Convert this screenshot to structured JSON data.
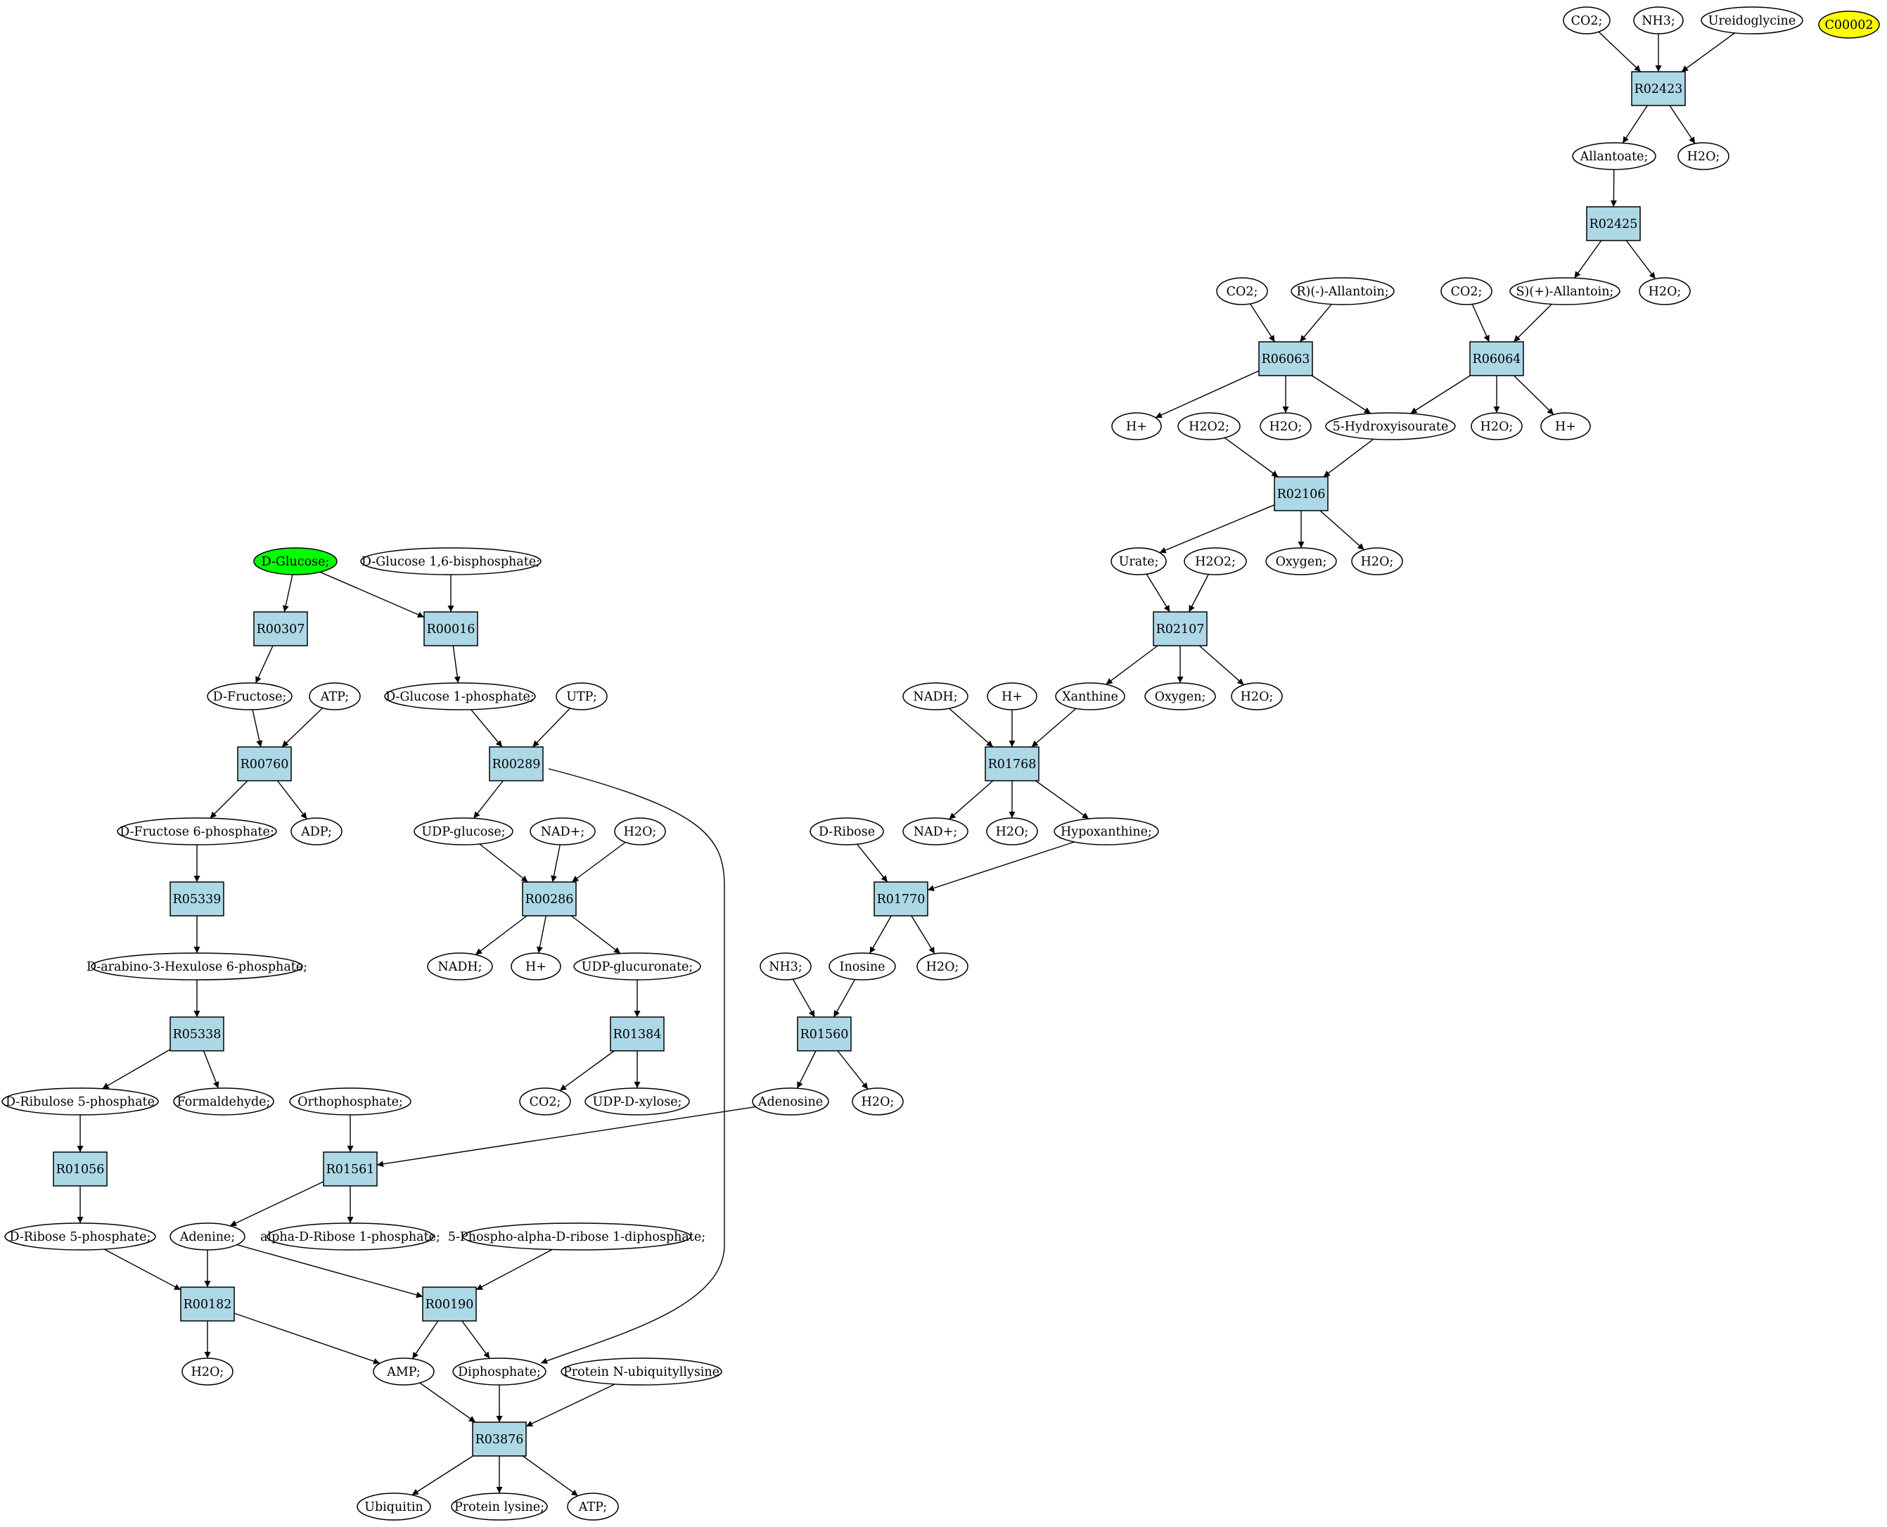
{
  "colors": {
    "compound_fill": "#ffffff",
    "reaction_fill": "#add8e6",
    "start_fill": "#00ff00",
    "target_fill": "#ffff00",
    "stroke": "#000000"
  },
  "nodes": [
    {
      "id": "co2_a",
      "kind": "compound",
      "label": "CO2;"
    },
    {
      "id": "nh3_a",
      "kind": "compound",
      "label": "NH3;"
    },
    {
      "id": "ureido",
      "kind": "compound",
      "label": "Ureidoglycine"
    },
    {
      "id": "c00002",
      "kind": "target",
      "label": "C00002"
    },
    {
      "id": "R02423",
      "kind": "reaction",
      "label": "R02423"
    },
    {
      "id": "allantoate",
      "kind": "compound",
      "label": "Allantoate;"
    },
    {
      "id": "h2o_a",
      "kind": "compound",
      "label": "H2O;"
    },
    {
      "id": "R02425",
      "kind": "reaction",
      "label": "R02425"
    },
    {
      "id": "co2_b",
      "kind": "compound",
      "label": "CO2;"
    },
    {
      "id": "rallantoin",
      "kind": "compound",
      "label": "R)(-)-Allantoin;"
    },
    {
      "id": "co2_c",
      "kind": "compound",
      "label": "CO2;"
    },
    {
      "id": "sallantoin",
      "kind": "compound",
      "label": "S)(+)-Allantoin;"
    },
    {
      "id": "h2o_b",
      "kind": "compound",
      "label": "H2O;"
    },
    {
      "id": "R06063",
      "kind": "reaction",
      "label": "R06063"
    },
    {
      "id": "R06064",
      "kind": "reaction",
      "label": "R06064"
    },
    {
      "id": "hplus_a",
      "kind": "compound",
      "label": "H+"
    },
    {
      "id": "h2o2_a",
      "kind": "compound",
      "label": "H2O2;"
    },
    {
      "id": "h2o_c",
      "kind": "compound",
      "label": "H2O;"
    },
    {
      "id": "hydroxyisourate",
      "kind": "compound",
      "label": "5-Hydroxyisourate"
    },
    {
      "id": "h2o_d",
      "kind": "compound",
      "label": "H2O;"
    },
    {
      "id": "hplus_b",
      "kind": "compound",
      "label": "H+"
    },
    {
      "id": "R02106",
      "kind": "reaction",
      "label": "R02106"
    },
    {
      "id": "urate",
      "kind": "compound",
      "label": "Urate;"
    },
    {
      "id": "h2o2_b",
      "kind": "compound",
      "label": "H2O2;"
    },
    {
      "id": "oxygen_a",
      "kind": "compound",
      "label": "Oxygen;"
    },
    {
      "id": "h2o_e",
      "kind": "compound",
      "label": "H2O;"
    },
    {
      "id": "R02107",
      "kind": "reaction",
      "label": "R02107"
    },
    {
      "id": "nadh_a",
      "kind": "compound",
      "label": "NADH;"
    },
    {
      "id": "hplus_c",
      "kind": "compound",
      "label": "H+"
    },
    {
      "id": "xanthine",
      "kind": "compound",
      "label": "Xanthine"
    },
    {
      "id": "oxygen_b",
      "kind": "compound",
      "label": "Oxygen;"
    },
    {
      "id": "h2o_f",
      "kind": "compound",
      "label": "H2O;"
    },
    {
      "id": "R01768",
      "kind": "reaction",
      "label": "R01768"
    },
    {
      "id": "dribose",
      "kind": "compound",
      "label": "D-Ribose"
    },
    {
      "id": "nadplus_a",
      "kind": "compound",
      "label": "NAD+;"
    },
    {
      "id": "h2o_g",
      "kind": "compound",
      "label": "H2O;"
    },
    {
      "id": "hypoxanthine",
      "kind": "compound",
      "label": "Hypoxanthine;"
    },
    {
      "id": "R01770",
      "kind": "reaction",
      "label": "R01770"
    },
    {
      "id": "nh3_b",
      "kind": "compound",
      "label": "NH3;"
    },
    {
      "id": "inosine",
      "kind": "compound",
      "label": "Inosine"
    },
    {
      "id": "h2o_h",
      "kind": "compound",
      "label": "H2O;"
    },
    {
      "id": "R01560",
      "kind": "reaction",
      "label": "R01560"
    },
    {
      "id": "adenosine",
      "kind": "compound",
      "label": "Adenosine"
    },
    {
      "id": "h2o_i",
      "kind": "compound",
      "label": "H2O;"
    },
    {
      "id": "dglucose",
      "kind": "start",
      "label": "D-Glucose;"
    },
    {
      "id": "dglucose16",
      "kind": "compound",
      "label": "D-Glucose 1,6-bisphosphate;"
    },
    {
      "id": "R00307",
      "kind": "reaction",
      "label": "R00307"
    },
    {
      "id": "R00016",
      "kind": "reaction",
      "label": "R00016"
    },
    {
      "id": "dfructose",
      "kind": "compound",
      "label": "D-Fructose;"
    },
    {
      "id": "atp_a",
      "kind": "compound",
      "label": "ATP;"
    },
    {
      "id": "dglucose1p",
      "kind": "compound",
      "label": "D-Glucose 1-phosphate;"
    },
    {
      "id": "utp",
      "kind": "compound",
      "label": "UTP;"
    },
    {
      "id": "R00760",
      "kind": "reaction",
      "label": "R00760"
    },
    {
      "id": "R00289",
      "kind": "reaction",
      "label": "R00289"
    },
    {
      "id": "dfructose6p",
      "kind": "compound",
      "label": "D-Fructose 6-phosphate;"
    },
    {
      "id": "adp",
      "kind": "compound",
      "label": "ADP;"
    },
    {
      "id": "udpglucose",
      "kind": "compound",
      "label": "UDP-glucose;"
    },
    {
      "id": "nadplus_b",
      "kind": "compound",
      "label": "NAD+;"
    },
    {
      "id": "h2o_j",
      "kind": "compound",
      "label": "H2O;"
    },
    {
      "id": "R05339",
      "kind": "reaction",
      "label": "R05339"
    },
    {
      "id": "R00286",
      "kind": "reaction",
      "label": "R00286"
    },
    {
      "id": "darabino",
      "kind": "compound",
      "label": "D-arabino-3-Hexulose 6-phosphate;"
    },
    {
      "id": "nadh_b",
      "kind": "compound",
      "label": "NADH;"
    },
    {
      "id": "hplus_d",
      "kind": "compound",
      "label": "H+"
    },
    {
      "id": "udpglucuronate",
      "kind": "compound",
      "label": "UDP-glucuronate;"
    },
    {
      "id": "R05338",
      "kind": "reaction",
      "label": "R05338"
    },
    {
      "id": "R01384",
      "kind": "reaction",
      "label": "R01384"
    },
    {
      "id": "dribulose5p",
      "kind": "compound",
      "label": "D-Ribulose 5-phosphate"
    },
    {
      "id": "formaldehyde",
      "kind": "compound",
      "label": "Formaldehyde;"
    },
    {
      "id": "orthophosphate",
      "kind": "compound",
      "label": "Orthophosphate;"
    },
    {
      "id": "co2_d",
      "kind": "compound",
      "label": "CO2;"
    },
    {
      "id": "udpxylose",
      "kind": "compound",
      "label": "UDP-D-xylose;"
    },
    {
      "id": "R01056",
      "kind": "reaction",
      "label": "R01056"
    },
    {
      "id": "R01561",
      "kind": "reaction",
      "label": "R01561"
    },
    {
      "id": "dribose5p",
      "kind": "compound",
      "label": "D-Ribose 5-phosphate;"
    },
    {
      "id": "adenine",
      "kind": "compound",
      "label": "Adenine;"
    },
    {
      "id": "alphadribose1p",
      "kind": "compound",
      "label": "alpha-D-Ribose 1-phosphate;"
    },
    {
      "id": "prpp",
      "kind": "compound",
      "label": "5-Phospho-alpha-D-ribose 1-diphosphate;"
    },
    {
      "id": "R00182",
      "kind": "reaction",
      "label": "R00182"
    },
    {
      "id": "R00190",
      "kind": "reaction",
      "label": "R00190"
    },
    {
      "id": "h2o_k",
      "kind": "compound",
      "label": "H2O;"
    },
    {
      "id": "amp",
      "kind": "compound",
      "label": "AMP;"
    },
    {
      "id": "diphosphate",
      "kind": "compound",
      "label": "Diphosphate;"
    },
    {
      "id": "proteinub",
      "kind": "compound",
      "label": "Protein N-ubiquityllysine"
    },
    {
      "id": "R03876",
      "kind": "reaction",
      "label": "R03876"
    },
    {
      "id": "ubiquitin",
      "kind": "compound",
      "label": "Ubiquitin"
    },
    {
      "id": "proteinlys",
      "kind": "compound",
      "label": "Protein lysine;"
    },
    {
      "id": "atp_b",
      "kind": "compound",
      "label": "ATP;"
    }
  ],
  "edges": [
    [
      "co2_a",
      "R02423"
    ],
    [
      "nh3_a",
      "R02423"
    ],
    [
      "ureido",
      "R02423"
    ],
    [
      "R02423",
      "allantoate"
    ],
    [
      "R02423",
      "h2o_a"
    ],
    [
      "allantoate",
      "R02425"
    ],
    [
      "R02425",
      "sallantoin"
    ],
    [
      "R02425",
      "h2o_b"
    ],
    [
      "co2_b",
      "R06063"
    ],
    [
      "rallantoin",
      "R06063"
    ],
    [
      "co2_c",
      "R06064"
    ],
    [
      "sallantoin",
      "R06064"
    ],
    [
      "R06063",
      "hplus_a"
    ],
    [
      "R06063",
      "h2o_c"
    ],
    [
      "R06063",
      "hydroxyisourate"
    ],
    [
      "R06064",
      "hydroxyisourate"
    ],
    [
      "R06064",
      "h2o_d"
    ],
    [
      "R06064",
      "hplus_b"
    ],
    [
      "h2o2_a",
      "R02106"
    ],
    [
      "hydroxyisourate",
      "R02106"
    ],
    [
      "R02106",
      "urate"
    ],
    [
      "R02106",
      "oxygen_a"
    ],
    [
      "R02106",
      "h2o_e"
    ],
    [
      "urate",
      "R02107"
    ],
    [
      "h2o2_b",
      "R02107"
    ],
    [
      "R02107",
      "xanthine"
    ],
    [
      "R02107",
      "oxygen_b"
    ],
    [
      "R02107",
      "h2o_f"
    ],
    [
      "nadh_a",
      "R01768"
    ],
    [
      "hplus_c",
      "R01768"
    ],
    [
      "xanthine",
      "R01768"
    ],
    [
      "R01768",
      "nadplus_a"
    ],
    [
      "R01768",
      "h2o_g"
    ],
    [
      "R01768",
      "hypoxanthine"
    ],
    [
      "dribose",
      "R01770"
    ],
    [
      "hypoxanthine",
      "R01770"
    ],
    [
      "R01770",
      "inosine"
    ],
    [
      "R01770",
      "h2o_h"
    ],
    [
      "nh3_b",
      "R01560"
    ],
    [
      "inosine",
      "R01560"
    ],
    [
      "R01560",
      "adenosine"
    ],
    [
      "R01560",
      "h2o_i"
    ],
    [
      "adenosine",
      "R01561"
    ],
    [
      "orthophosphate",
      "R01561"
    ],
    [
      "R01561",
      "adenine"
    ],
    [
      "R01561",
      "alphadribose1p"
    ],
    [
      "dglucose",
      "R00307"
    ],
    [
      "dglucose",
      "R00016"
    ],
    [
      "dglucose16",
      "R00016"
    ],
    [
      "R00307",
      "dfructose"
    ],
    [
      "R00016",
      "dglucose1p"
    ],
    [
      "dfructose",
      "R00760"
    ],
    [
      "atp_a",
      "R00760"
    ],
    [
      "R00760",
      "dfructose6p"
    ],
    [
      "R00760",
      "adp"
    ],
    [
      "dglucose1p",
      "R00289"
    ],
    [
      "utp",
      "R00289"
    ],
    [
      "R00289",
      "udpglucose"
    ],
    [
      "R00289",
      "diphosphate"
    ],
    [
      "udpglucose",
      "R00286"
    ],
    [
      "nadplus_b",
      "R00286"
    ],
    [
      "h2o_j",
      "R00286"
    ],
    [
      "R00286",
      "nadh_b"
    ],
    [
      "R00286",
      "hplus_d"
    ],
    [
      "R00286",
      "udpglucuronate"
    ],
    [
      "udpglucuronate",
      "R01384"
    ],
    [
      "R01384",
      "co2_d"
    ],
    [
      "R01384",
      "udpxylose"
    ],
    [
      "dfructose6p",
      "R05339"
    ],
    [
      "R05339",
      "darabino"
    ],
    [
      "darabino",
      "R05338"
    ],
    [
      "R05338",
      "dribulose5p"
    ],
    [
      "R05338",
      "formaldehyde"
    ],
    [
      "dribulose5p",
      "R01056"
    ],
    [
      "R01056",
      "dribose5p"
    ],
    [
      "dribose5p",
      "R00182"
    ],
    [
      "adenine",
      "R00182"
    ],
    [
      "adenine",
      "R00190"
    ],
    [
      "prpp",
      "R00190"
    ],
    [
      "R00182",
      "h2o_k"
    ],
    [
      "R00182",
      "amp"
    ],
    [
      "R00190",
      "amp"
    ],
    [
      "R00190",
      "diphosphate"
    ],
    [
      "amp",
      "R03876"
    ],
    [
      "diphosphate",
      "R03876"
    ],
    [
      "proteinub",
      "R03876"
    ],
    [
      "R03876",
      "ubiquitin"
    ],
    [
      "R03876",
      "proteinlys"
    ],
    [
      "R03876",
      "atp_b"
    ]
  ]
}
